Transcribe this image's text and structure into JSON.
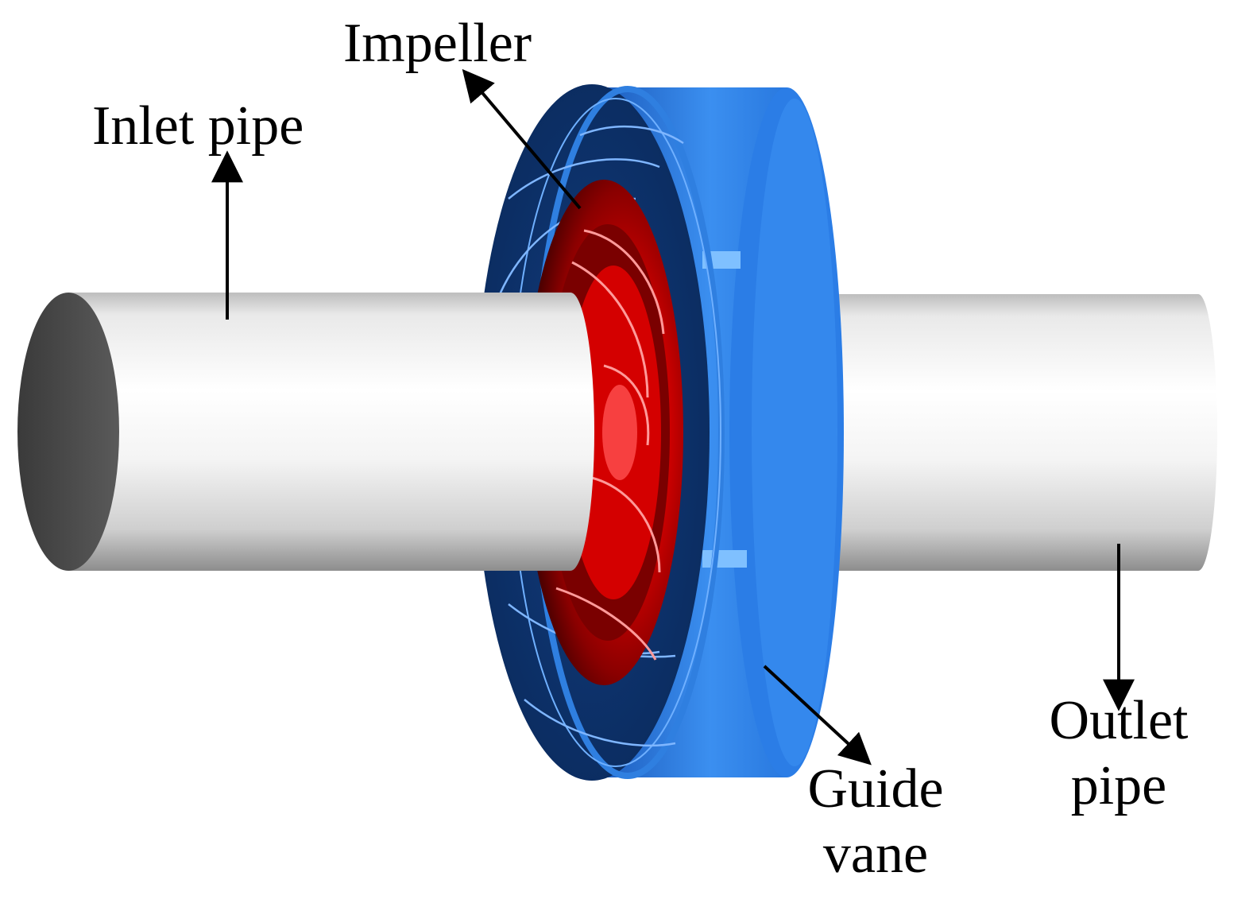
{
  "labels": {
    "impeller": "Impeller",
    "inlet_pipe": "Inlet pipe",
    "guide_vane": [
      "Guide",
      "vane"
    ],
    "outlet_pipe": [
      "Outlet",
      "pipe"
    ]
  },
  "components": {
    "inlet_pipe": {
      "color": "#f2f2f2",
      "end_cap_color": "#4a4a4a"
    },
    "outlet_pipe": {
      "color": "#f2f2f2"
    },
    "impeller": {
      "color": "#c80000"
    },
    "guide_vane": {
      "color": "#2f7fe0",
      "dark_face_color": "#0f3570"
    }
  }
}
